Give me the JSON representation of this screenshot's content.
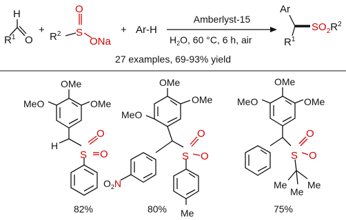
{
  "reaction": {
    "aldehyde": {
      "h_label": "H",
      "r_label": "R",
      "r_sup": "1",
      "o_label": "O"
    },
    "plus_1": "+",
    "sulfinate": {
      "r_label": "R",
      "r_sup": "2",
      "s_label": "S",
      "o_top": "O",
      "ona_label": "ONa"
    },
    "plus_2": "+",
    "arene": "Ar-H",
    "conditions": {
      "catalyst": "Amberlyst-15",
      "h2o_h": "H",
      "h2o_sub": "2",
      "h2o_o": "O",
      "rest": ", 60 °C, 6 h, air"
    },
    "product": {
      "ar_label": "Ar",
      "r1_label": "R",
      "r1_sup": "1",
      "so2_s": "SO",
      "so2_sub": "2",
      "r2_label": "R",
      "r2_sup": "2"
    },
    "scope": "27 examples, 69-93% yield"
  },
  "examples": [
    {
      "labels": {
        "ome_top": "OMe",
        "ome_left": "MeO",
        "ome_right": "OMe",
        "h": "H",
        "s": "S",
        "o1": "O",
        "o2": "O"
      },
      "yield": "82%"
    },
    {
      "labels": {
        "ome_top": "OMe",
        "ome_right": "OMe",
        "ome_left": "MeO",
        "no2_o": "O",
        "no2_sub": "2",
        "no2_n": "N",
        "s": "S",
        "o1": "O",
        "o2": "O",
        "me": "Me"
      },
      "yield": "80%"
    },
    {
      "labels": {
        "ome_top": "OMe",
        "ome_left": "MeO",
        "ome_right": "OMe",
        "s": "S",
        "o1": "O",
        "o2": "O",
        "me1": "Me",
        "me2": "Me",
        "me3": "Me"
      },
      "yield": "75%"
    }
  ],
  "colors": {
    "sulfonyl": "#d40000",
    "bond": "#111111"
  }
}
